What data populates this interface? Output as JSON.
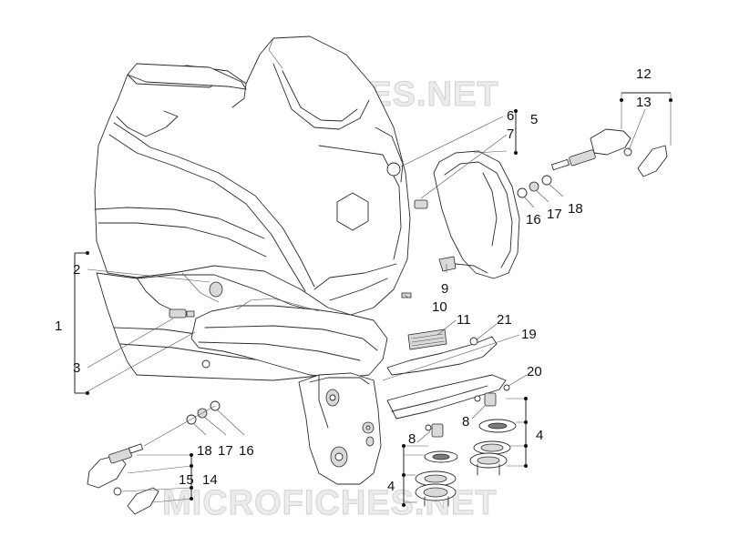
{
  "watermark": {
    "top": "MICROFICHES.NET",
    "bottom": "MICROFICHES.NET"
  },
  "callouts": [
    {
      "id": "c1",
      "text": "1"
    },
    {
      "id": "c2",
      "text": "2"
    },
    {
      "id": "c3",
      "text": "3"
    },
    {
      "id": "c4a",
      "text": "4"
    },
    {
      "id": "c4b",
      "text": "4"
    },
    {
      "id": "c5",
      "text": "5"
    },
    {
      "id": "c6",
      "text": "6"
    },
    {
      "id": "c7",
      "text": "7"
    },
    {
      "id": "c8a",
      "text": "8"
    },
    {
      "id": "c8b",
      "text": "8"
    },
    {
      "id": "c9",
      "text": "9"
    },
    {
      "id": "c10",
      "text": "10"
    },
    {
      "id": "c11",
      "text": "11"
    },
    {
      "id": "c12",
      "text": "12"
    },
    {
      "id": "c13",
      "text": "13"
    },
    {
      "id": "c14",
      "text": "14"
    },
    {
      "id": "c15",
      "text": "15"
    },
    {
      "id": "c16a",
      "text": "16"
    },
    {
      "id": "c17a",
      "text": "17"
    },
    {
      "id": "c18a",
      "text": "18"
    },
    {
      "id": "c16b",
      "text": "16"
    },
    {
      "id": "c17b",
      "text": "17"
    },
    {
      "id": "c18b",
      "text": "18"
    },
    {
      "id": "c19",
      "text": "19"
    },
    {
      "id": "c20",
      "text": "20"
    },
    {
      "id": "c21",
      "text": "21"
    }
  ]
}
